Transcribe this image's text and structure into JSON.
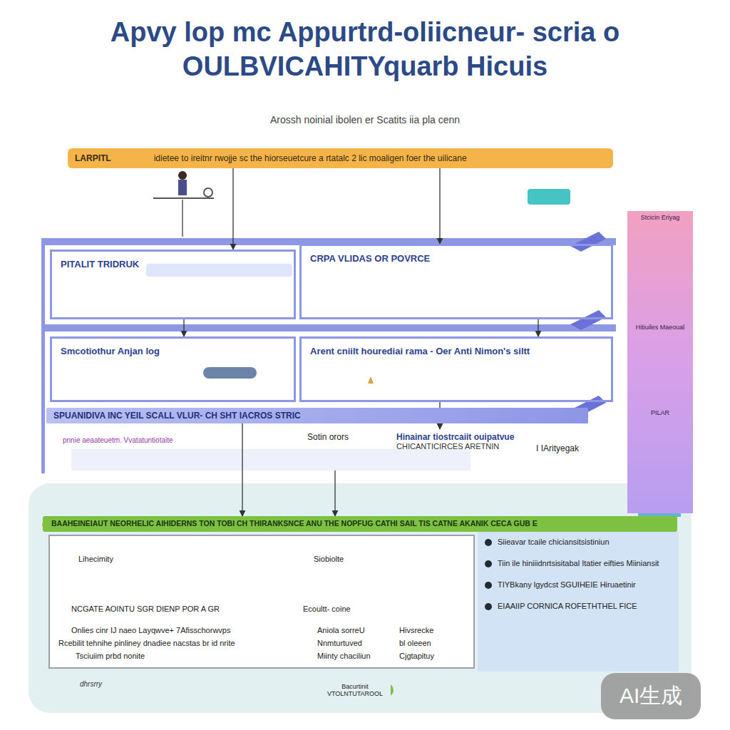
{
  "diagram": {
    "title": "Apvy lop mc Appurtrd-oliicneur- scria o OULBVICAHITYquarb Hicuis",
    "nodes": [
      {
        "text": [
          "LARPITL",
          "idietee to ireitnr rwojje sc the hiorseuetcure a rtatalc 2 lic moaligen foer the uilicane"
        ]
      },
      {
        "text": [
          "PITALIT TRIDRUK"
        ]
      },
      {
        "text": [
          "CRPA VLIDAS OR POVRCE"
        ]
      },
      {
        "text": [
          "Smcotiothur Anjan log"
        ]
      },
      {
        "text": [
          "Arent cniilt hourediai rama - Oer Anti Nimon's siltt"
        ]
      },
      {
        "text": [
          "SPUANIDIVA INC YEIL SCALL VLUR- CH SHT IACROS STRIC"
        ]
      },
      {
        "text": [
          "Sotin orors"
        ]
      },
      {
        "text": [
          "Hinainar tiostrcaiit ouipatvue",
          "CHICANTICIRCES ARETNIN"
        ]
      },
      {
        "text": [
          "BAAHEINEIAUT NEORHELIC AIHIDERNS TON TOBI CH THIRANKSNCE ANU THE NOPFUG CATHI SAIL TIS CATNE AKANIK CECA GUB E"
        ]
      },
      {
        "text": [
          "Lihecimity",
          "Siobiolte",
          "NCGATE AOINTU SGR DIENP POR A GR",
          "Ecoultt- coine",
          "Onlies cinr IJ naeo Layqwve+ 7Afisschorwvps",
          "Rcebilit tehnihe pinliney dnadiee nacstas br id nrite",
          "Tsciuiim prbd nonite",
          "Aniola sorreU",
          "Nnmturtuved",
          "Miinty chaciliun",
          "Hivsrecke",
          "bl oleeen",
          "Cjgtapituy"
        ]
      },
      {
        "text": [
          "Siieavar tcaile chiciansitsistiniun",
          "Tiin ile hiniiidnrtsisitabal Itatier eifties Miiniansit",
          "TIYBkany lgydcst SGUIHEIE Hiruaetinir",
          "EIAAIIP CORNICA ROFETHTHEL FICE"
        ]
      },
      {
        "text": [
          "Stcicin Eriyag",
          "Hitiuiles Maeoual",
          "PILAR"
        ]
      }
    ],
    "edges": [
      {
        "from": 0,
        "to": 1,
        "arrow": "to"
      },
      {
        "from": 0,
        "to": 2,
        "arrow": "to"
      },
      {
        "from": 2,
        "to": 4,
        "arrow": "to"
      },
      {
        "from": 1,
        "to": 3,
        "arrow": "to"
      },
      {
        "from": 4,
        "to": 7,
        "arrow": "to"
      },
      {
        "from": 5,
        "to": 8,
        "arrow": "to"
      },
      {
        "from": 6,
        "to": 8,
        "arrow": "to"
      }
    ],
    "labels": [
      "Arossh noinial ibolen er Scatits iia pla cenn",
      "pnnie aeaateuetm. Vvatatuntiotaite",
      "I IArityegak",
      "Bacurtinit VTOLNTUTAROOL",
      "dhrsrry",
      "AI生成"
    ]
  }
}
